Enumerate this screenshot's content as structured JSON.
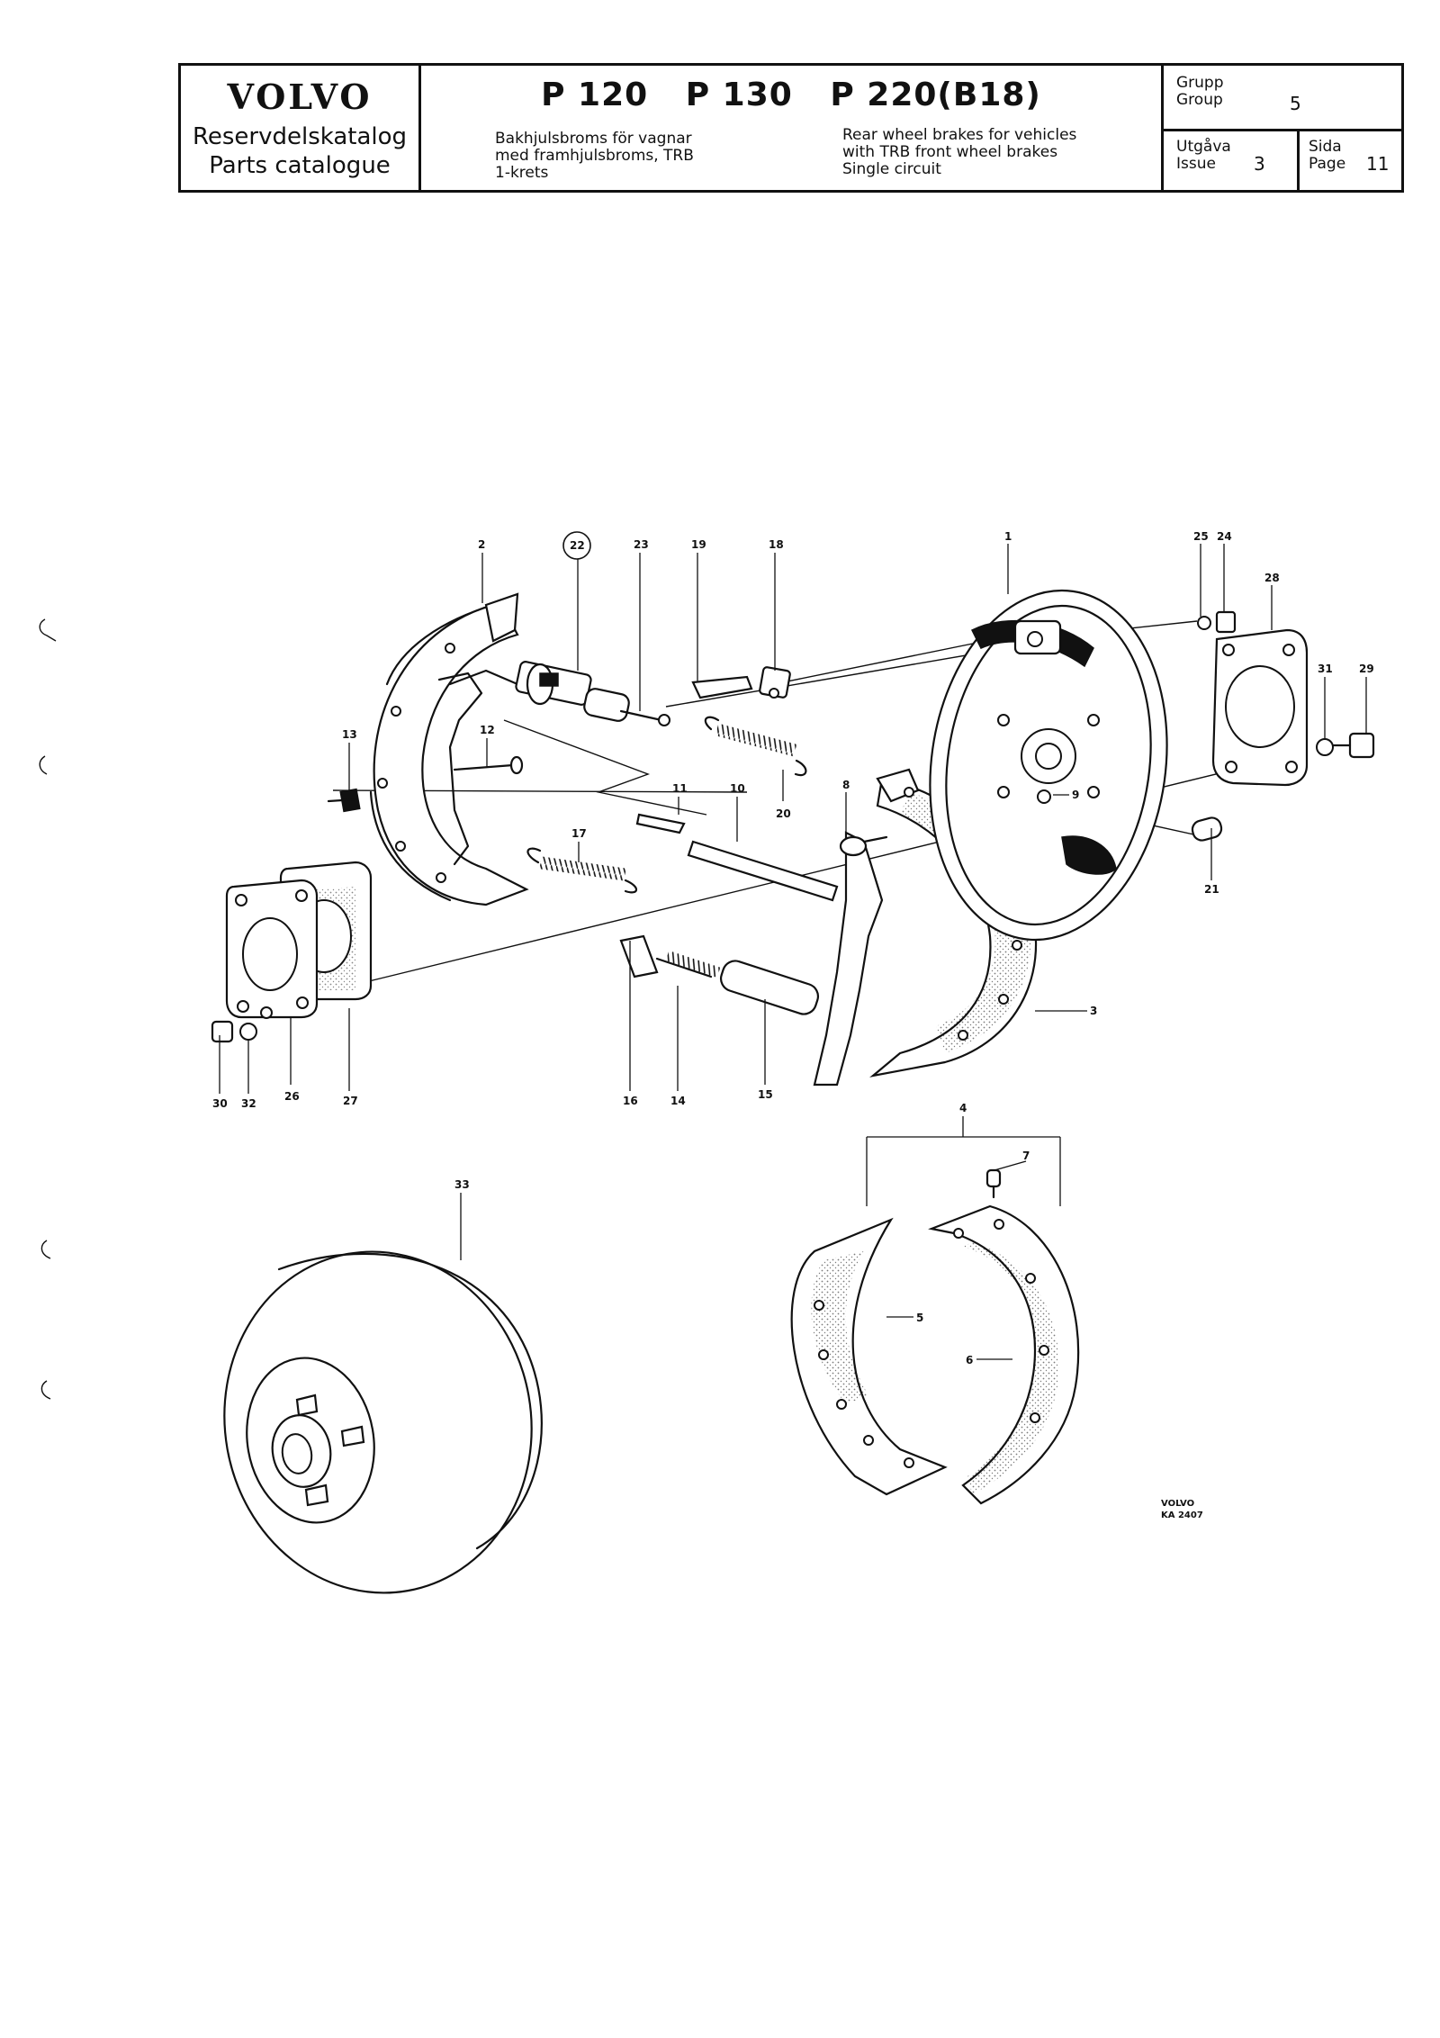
{
  "header": {
    "brand": "VOLVO",
    "catalog_sv": "Reservdelskatalog",
    "catalog_en": "Parts catalogue",
    "models": [
      "P 120",
      "P 130",
      "P 220(B18)"
    ],
    "description_sv": "Bakhjulsbroms för vagnar\nmed framhjulsbroms, TRB\n1-krets",
    "description_en": "Rear wheel brakes for vehicles\nwith TRB front wheel brakes\nSingle circuit",
    "group_label": "Grupp\nGroup",
    "group_value": "5",
    "issue_label": "Utgåva\nIssue",
    "issue_value": "3",
    "page_label": "Sida\nPage",
    "page_value": "11"
  },
  "diagram": {
    "callouts": {
      "c1": "1",
      "c2": "2",
      "c3": "3",
      "c4": "4",
      "c5": "5",
      "c6": "6",
      "c7": "7",
      "c8": "8",
      "c9": "9",
      "c10": "10",
      "c11": "11",
      "c12": "12",
      "c13": "13",
      "c14": "14",
      "c15": "15",
      "c16": "16",
      "c17": "17",
      "c18": "18",
      "c19": "19",
      "c20": "20",
      "c21": "21",
      "c22": "22",
      "c23": "23",
      "c24": "24",
      "c25": "25",
      "c26": "26",
      "c27": "27",
      "c28": "28",
      "c29": "29",
      "c30": "30",
      "c31": "31",
      "c32": "32",
      "c33": "33"
    },
    "stamp_line1": "VOLVO",
    "stamp_line2": "KA 2407"
  }
}
